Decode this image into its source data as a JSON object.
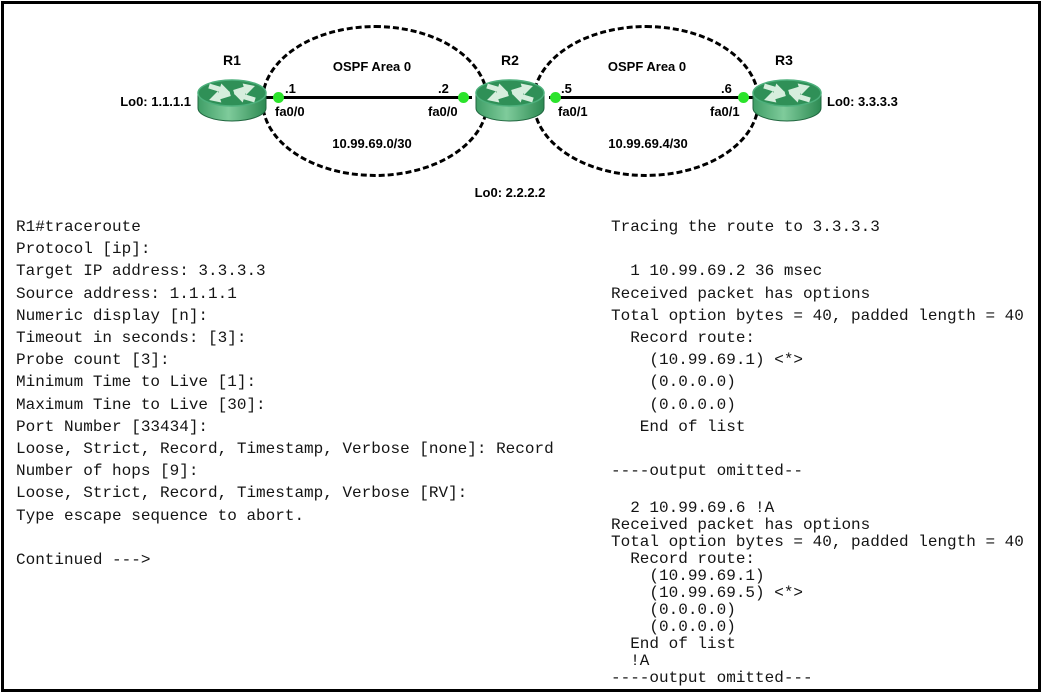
{
  "figure": {
    "description_label": "OSPF traceroute topology with record-route output"
  },
  "colors": {
    "router_top_green": "#2f9057",
    "router_body_light": "#7fcb9b",
    "router_body_dark": "#2c8a52",
    "router_arrow": "#d6eedd",
    "link_endpoint_dot": "#2be32b",
    "line_and_border": "#000000",
    "console_text": "#141414"
  },
  "diagram": {
    "routers": [
      {
        "name": "R1",
        "loopback": "Lo0: 1.1.1.1"
      },
      {
        "name": "R2",
        "loopback": "Lo0: 2.2.2.2"
      },
      {
        "name": "R3",
        "loopback": "Lo0: 3.3.3.3"
      }
    ],
    "links": [
      {
        "area": "OSPF Area 0",
        "subnet": "10.99.69.0/30",
        "left_addr": ".1",
        "left_iface": "fa0/0",
        "right_addr": ".2",
        "right_iface": "fa0/0"
      },
      {
        "area": "OSPF Area 0",
        "subnet": "10.99.69.4/30",
        "left_addr": ".5",
        "left_iface": "fa0/1",
        "right_addr": ".6",
        "right_iface": "fa0/1"
      }
    ]
  },
  "console": {
    "left_block": "R1#traceroute\nProtocol [ip]:\nTarget IP address: 3.3.3.3\nSource address: 1.1.1.1\nNumeric display [n]:\nTimeout in seconds: [3]:\nProbe count [3]:\nMinimum Time to Live [1]:\nMaximum Tine to Live [30]:\nPort Number [33434]:\nLoose, Strict, Record, Timestamp, Verbose [none]: Record\nNumber of hops [9]:\nLoose, Strict, Record, Timestamp, Verbose [RV]:\nType escape sequence to abort.\n\nContinued --->",
    "right_block_top": "Tracing the route to 3.3.3.3\n\n  1 10.99.69.2 36 msec\nReceived packet has options\nTotal option bytes = 40, padded length = 40\n  Record route:\n    (10.99.69.1) <*>\n    (0.0.0.0)\n    (0.0.0.0)\n   End of list\n\n----output omitted--",
    "right_block_bottom": "  2 10.99.69.6 !A\nReceived packet has options\nTotal option bytes = 40, padded length = 40\n  Record route:\n    (10.99.69.1)\n    (10.99.69.5) <*>\n    (0.0.0.0)\n    (0.0.0.0)\n  End of list\n  !A\n----output omitted---"
  }
}
